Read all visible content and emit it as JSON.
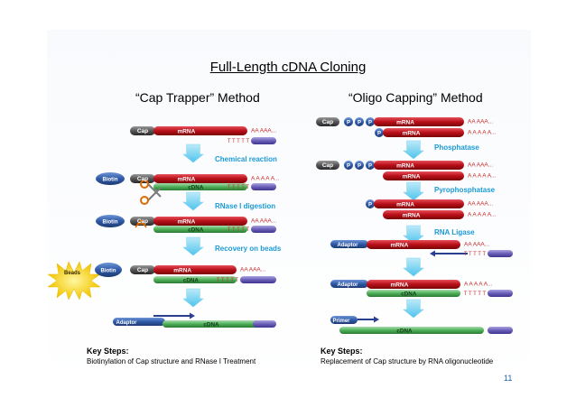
{
  "slide": {
    "title": "Full-Length cDNA Cloning",
    "page_number": "11"
  },
  "left": {
    "heading": "“Cap Trapper” Method",
    "steps": [
      "Chemical reaction",
      "RNase I digestion",
      "Recovery on beads"
    ],
    "key_steps_title": "Key Steps:",
    "key_steps_text": "Biotinylation of Cap structure and RNase I Treatment"
  },
  "right": {
    "heading": "“Oligo Capping” Method",
    "steps": [
      "Phosphatase",
      "Pyrophosphatase",
      "RNA Ligase"
    ],
    "key_steps_title": "Key Steps:",
    "key_steps_text": "Replacement of Cap structure by RNA oligonucleotide"
  },
  "labels": {
    "cap": "Cap",
    "mrna": "mRNA",
    "cdna": "cDNA",
    "biotin": "Biotin",
    "beads": "Beads",
    "adaptor": "Adaptor",
    "primer": "Primer",
    "p": "P",
    "poly_a_short": "AA AAA...",
    "poly_a_long": "A A A A A...",
    "poly_t": "T T T T T"
  },
  "colors": {
    "mrna": "#c0101a",
    "cdna": "#3aa14a",
    "poly_t": "#6a5fb6",
    "label_blue": "#1a9ad6",
    "arrow": "#6ecff0",
    "cap_dark": "#555555",
    "tag_blue": "#2f5aa6",
    "poly_a_text": "#cc2a2a"
  }
}
